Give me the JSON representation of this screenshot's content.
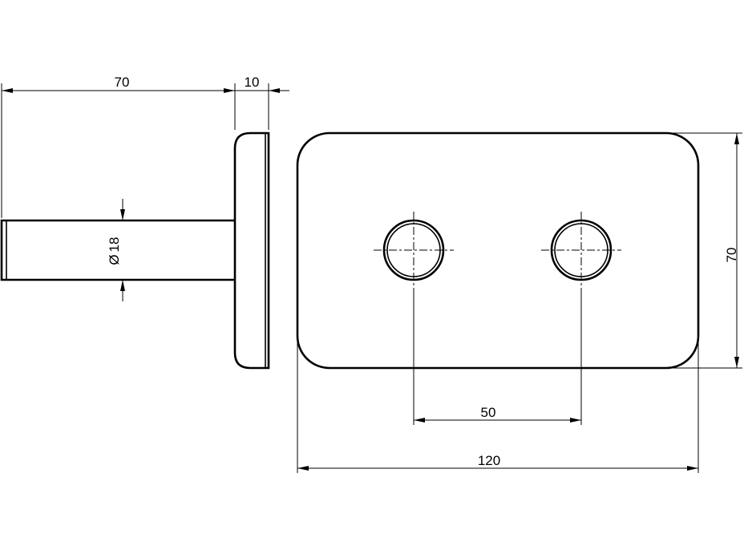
{
  "dimensions": {
    "shaft_length": "70",
    "flange_thickness": "10",
    "shaft_diameter": "18",
    "diameter_symbol": "Ø",
    "plate_height": "70",
    "hole_spacing": "50",
    "plate_width": "120"
  },
  "colors": {
    "line": "#000000",
    "background": "#ffffff"
  }
}
